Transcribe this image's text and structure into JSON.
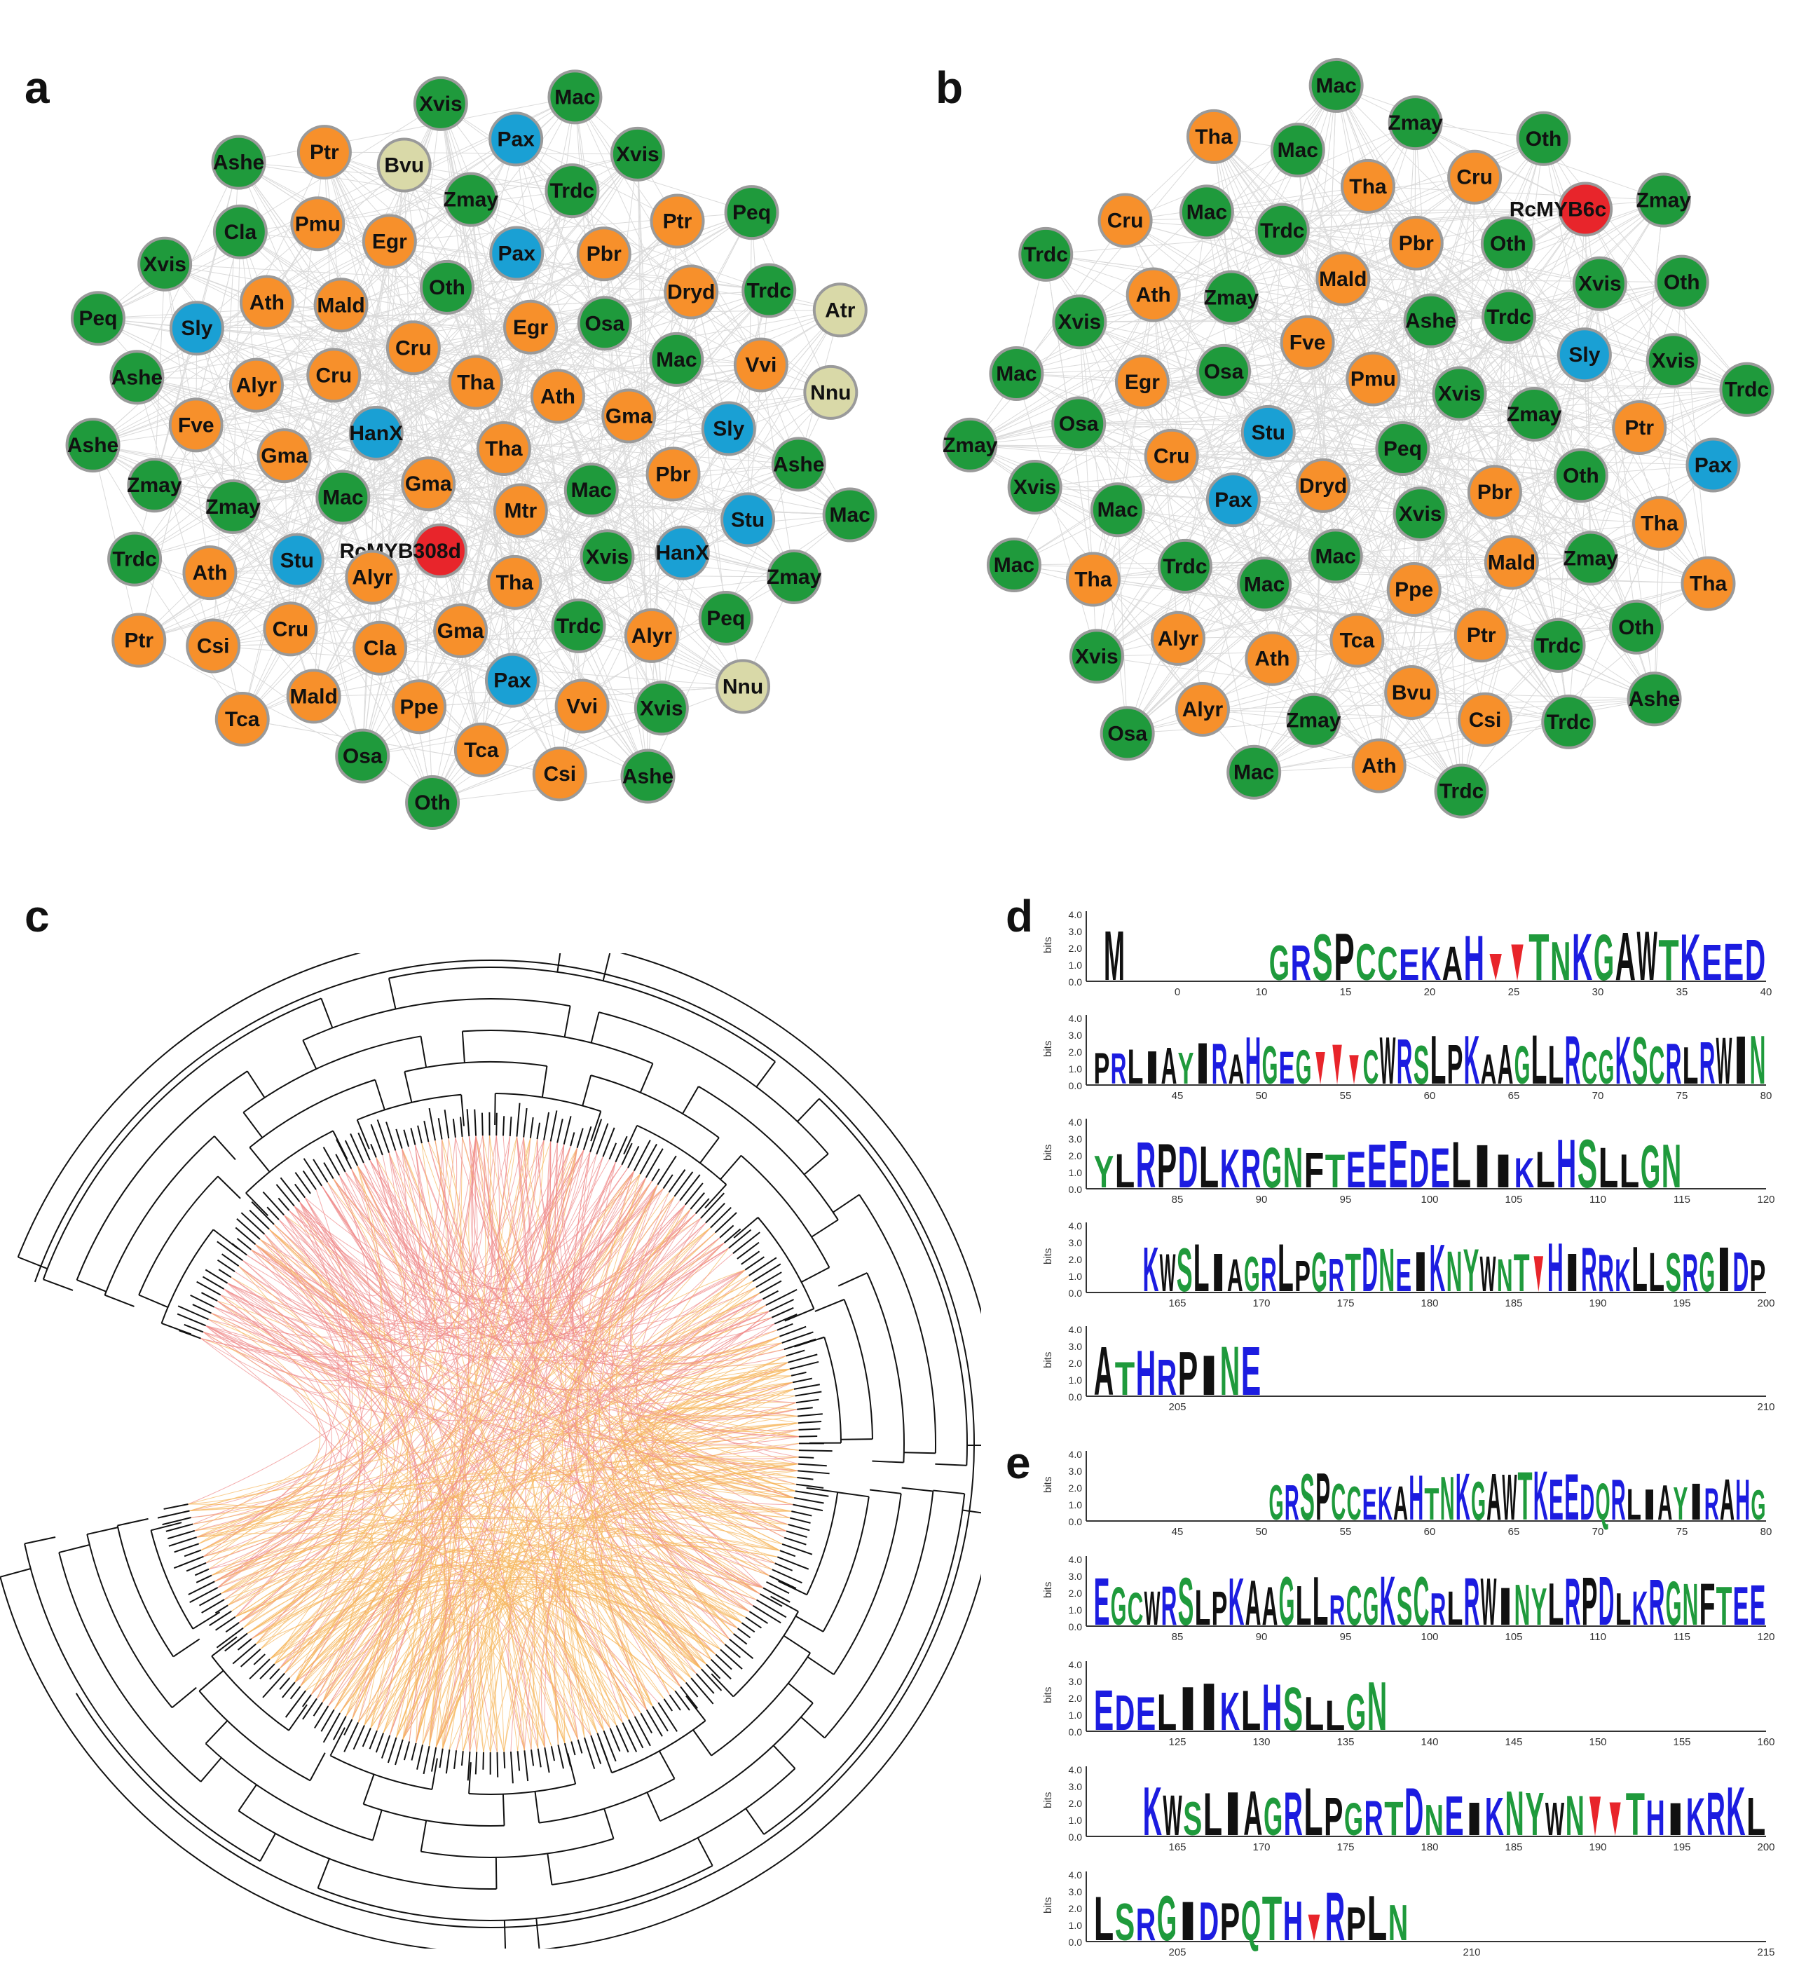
{
  "panels": {
    "a": {
      "letter": "a",
      "highlight": "RcMYB308d",
      "nodes": [
        [
          "Tha",
          "o"
        ],
        [
          "Gma",
          "o"
        ],
        [
          "Tha",
          "o"
        ],
        [
          "Mtr",
          "o"
        ],
        [
          "HanX",
          "b"
        ],
        [
          "Ath",
          "o"
        ],
        [
          "RcMYB308d",
          "r"
        ],
        [
          "Cru",
          "o"
        ],
        [
          "Mac",
          "g"
        ],
        [
          "Mac",
          "g"
        ],
        [
          "Egr",
          "o"
        ],
        [
          "Tha",
          "o"
        ],
        [
          "Cru",
          "o"
        ],
        [
          "Gma",
          "o"
        ],
        [
          "Alyr",
          "o"
        ],
        [
          "Oth",
          "g"
        ],
        [
          "Xvis",
          "g"
        ],
        [
          "Gma",
          "o"
        ],
        [
          "Osa",
          "g"
        ],
        [
          "Gma",
          "o"
        ],
        [
          "Mald",
          "o"
        ],
        [
          "Pbr",
          "o"
        ],
        [
          "Stu",
          "b"
        ],
        [
          "Pax",
          "b"
        ],
        [
          "Trdc",
          "g"
        ],
        [
          "Alyr",
          "o"
        ],
        [
          "Mac",
          "g"
        ],
        [
          "Cla",
          "o"
        ],
        [
          "Egr",
          "o"
        ],
        [
          "HanX",
          "b"
        ],
        [
          "Zmay",
          "g"
        ],
        [
          "Pbr",
          "o"
        ],
        [
          "Pax",
          "b"
        ],
        [
          "Ath",
          "o"
        ],
        [
          "Sly",
          "b"
        ],
        [
          "Cru",
          "o"
        ],
        [
          "Zmay",
          "g"
        ],
        [
          "Alyr",
          "o"
        ],
        [
          "Fve",
          "o"
        ],
        [
          "Dryd",
          "o"
        ],
        [
          "Ppe",
          "o"
        ],
        [
          "Pmu",
          "o"
        ],
        [
          "Stu",
          "b"
        ],
        [
          "Ath",
          "o"
        ],
        [
          "Trdc",
          "g"
        ],
        [
          "Vvi",
          "o"
        ],
        [
          "Sly",
          "b"
        ],
        [
          "Vvi",
          "o"
        ],
        [
          "Mald",
          "o"
        ],
        [
          "Bvu",
          "y"
        ],
        [
          "Peq",
          "g"
        ],
        [
          "Zmay",
          "g"
        ],
        [
          "Ptr",
          "o"
        ],
        [
          "Tca",
          "o"
        ],
        [
          "Cla",
          "g"
        ],
        [
          "Ashe",
          "g"
        ],
        [
          "Csi",
          "o"
        ],
        [
          "Pax",
          "b"
        ],
        [
          "Xvis",
          "g"
        ],
        [
          "Ashe",
          "g"
        ],
        [
          "Trdc",
          "g"
        ],
        [
          "Osa",
          "g"
        ],
        [
          "Ptr",
          "o"
        ],
        [
          "Zmay",
          "g"
        ],
        [
          "Trdc",
          "g"
        ],
        [
          "Xvis",
          "g"
        ],
        [
          "Csi",
          "o"
        ],
        [
          "Xvis",
          "g"
        ],
        [
          "Nnu",
          "y"
        ],
        [
          "Tca",
          "o"
        ],
        [
          "Xvis",
          "g"
        ],
        [
          "Nnu",
          "y"
        ],
        [
          "Ashe",
          "g"
        ],
        [
          "Peq",
          "g"
        ],
        [
          "Oth",
          "g"
        ],
        [
          "Ashe",
          "g"
        ],
        [
          "Mac",
          "g"
        ],
        [
          "Ptr",
          "o"
        ],
        [
          "Mac",
          "g"
        ],
        [
          "Ashe",
          "g"
        ],
        [
          "Peq",
          "g"
        ],
        [
          "Atr",
          "y"
        ]
      ]
    },
    "b": {
      "letter": "b",
      "highlight": "RcMYB6c",
      "nodes": [
        [
          "Peq",
          "g"
        ],
        [
          "Dryd",
          "o"
        ],
        [
          "Pmu",
          "o"
        ],
        [
          "Xvis",
          "g"
        ],
        [
          "Stu",
          "b"
        ],
        [
          "Xvis",
          "g"
        ],
        [
          "Mac",
          "g"
        ],
        [
          "Fve",
          "o"
        ],
        [
          "Pbr",
          "o"
        ],
        [
          "Pax",
          "b"
        ],
        [
          "Ashe",
          "g"
        ],
        [
          "Ppe",
          "o"
        ],
        [
          "Osa",
          "g"
        ],
        [
          "Zmay",
          "g"
        ],
        [
          "Mac",
          "g"
        ],
        [
          "Mald",
          "o"
        ],
        [
          "Mald",
          "o"
        ],
        [
          "Cru",
          "o"
        ],
        [
          "Trdc",
          "g"
        ],
        [
          "Tca",
          "o"
        ],
        [
          "Zmay",
          "g"
        ],
        [
          "Oth",
          "g"
        ],
        [
          "Trdc",
          "g"
        ],
        [
          "Pbr",
          "o"
        ],
        [
          "Ptr",
          "o"
        ],
        [
          "Egr",
          "o"
        ],
        [
          "Sly",
          "b"
        ],
        [
          "Ath",
          "o"
        ],
        [
          "Trdc",
          "g"
        ],
        [
          "Zmay",
          "g"
        ],
        [
          "Mac",
          "g"
        ],
        [
          "Oth",
          "g"
        ],
        [
          "Bvu",
          "o"
        ],
        [
          "Ath",
          "o"
        ],
        [
          "Ptr",
          "o"
        ],
        [
          "Alyr",
          "o"
        ],
        [
          "Tha",
          "o"
        ],
        [
          "Trdc",
          "g"
        ],
        [
          "Osa",
          "g"
        ],
        [
          "Xvis",
          "g"
        ],
        [
          "Zmay",
          "g"
        ],
        [
          "Mac",
          "g"
        ],
        [
          "Tha",
          "o"
        ],
        [
          "Tha",
          "o"
        ],
        [
          "Cru",
          "o"
        ],
        [
          "Csi",
          "o"
        ],
        [
          "Xvis",
          "g"
        ],
        [
          "Xvis",
          "g"
        ],
        [
          "Alyr",
          "o"
        ],
        [
          "Mac",
          "g"
        ],
        [
          "Oth",
          "g"
        ],
        [
          "Xvis",
          "g"
        ],
        [
          "RcMYB6c",
          "r"
        ],
        [
          "Ath",
          "o"
        ],
        [
          "Cru",
          "o"
        ],
        [
          "Pax",
          "b"
        ],
        [
          "Xvis",
          "g"
        ],
        [
          "Zmay",
          "g"
        ],
        [
          "Trdc",
          "g"
        ],
        [
          "Mac",
          "g"
        ],
        [
          "Oth",
          "g"
        ],
        [
          "Mac",
          "g"
        ],
        [
          "Tha",
          "o"
        ],
        [
          "Tha",
          "o"
        ],
        [
          "Mac",
          "g"
        ],
        [
          "Oth",
          "g"
        ],
        [
          "Trdc",
          "g"
        ],
        [
          "Trdc",
          "g"
        ],
        [
          "Trdc",
          "g"
        ],
        [
          "Osa",
          "g"
        ],
        [
          "Mac",
          "g"
        ],
        [
          "Ashe",
          "g"
        ],
        [
          "Zmay",
          "g"
        ],
        [
          "Zmay",
          "g"
        ]
      ]
    },
    "c": {
      "letter": "c"
    },
    "d": {
      "letter": "d",
      "y_ticks": [
        "4.0",
        "3.0",
        "2.0",
        "1.0",
        "0.0"
      ],
      "y_label": "bits",
      "rows": [
        {
          "seq": "GRSPCCEKAH▼▼TNKGAWTKEED",
          "prefix": "M",
          "ticks": [
            "0",
            "10",
            "15",
            "20",
            "25",
            "30",
            "35",
            "40"
          ]
        },
        {
          "seq": "PRLIAYIRAHGEG▼▼▼CWRSLPKAAGLLRCGKSCRLRWIN",
          "prefix": "",
          "ticks": [
            "45",
            "50",
            "55",
            "60",
            "65",
            "70",
            "75",
            "80"
          ]
        },
        {
          "seq": "YLRPDLKRGNFTEEEDELIIKLHSLLGN",
          "prefix": "",
          "ticks": [
            "85",
            "90",
            "95",
            "100",
            "105",
            "110",
            "115",
            "120"
          ]
        },
        {
          "seq": "KWSLIAGRLPGRTDNEIKNYWNT▼HIRRKLLSRGIDP",
          "prefix": "",
          "ticks": [
            "165",
            "170",
            "175",
            "180",
            "185",
            "190",
            "195",
            "200"
          ]
        },
        {
          "seq": "ATHRPINE",
          "prefix": "",
          "ticks": [
            "205",
            "210"
          ]
        }
      ]
    },
    "e": {
      "letter": "e",
      "y_ticks": [
        "4.0",
        "3.0",
        "2.0",
        "1.0",
        "0.0"
      ],
      "y_label": "bits",
      "rows": [
        {
          "seq": "GRSPCCEKAHTNKGAWTKEEDQRLIAYIRAHG",
          "ticks": [
            "45",
            "50",
            "55",
            "60",
            "65",
            "70",
            "75",
            "80"
          ]
        },
        {
          "seq": "EGCWRSLPKAAGLLRCGKSCRLRWINYLRPDLKRGNFTEE",
          "ticks": [
            "85",
            "90",
            "95",
            "100",
            "105",
            "110",
            "115",
            "120"
          ]
        },
        {
          "seq": "EDELIIKLHSLLGN",
          "ticks": [
            "125",
            "130",
            "135",
            "140",
            "145",
            "150",
            "155",
            "160"
          ]
        },
        {
          "seq": "KWSLIAGRLPGRTDNEIKNYWN▼▼THIKRKL",
          "ticks": [
            "165",
            "170",
            "175",
            "180",
            "185",
            "190",
            "195",
            "200"
          ]
        },
        {
          "seq": "LSRGIDPQTH▼RPLN",
          "ticks": [
            "205",
            "210",
            "215"
          ]
        }
      ]
    }
  },
  "colors": {
    "orange": "#f7902b",
    "green": "#1f9a3c",
    "blue": "#1aa0d4",
    "beige": "#d9d9a8",
    "red": "#e8252b",
    "edge": "#bdbdbd",
    "tree_red": "#f08a8a",
    "tree_orange": "#f7b65c"
  }
}
